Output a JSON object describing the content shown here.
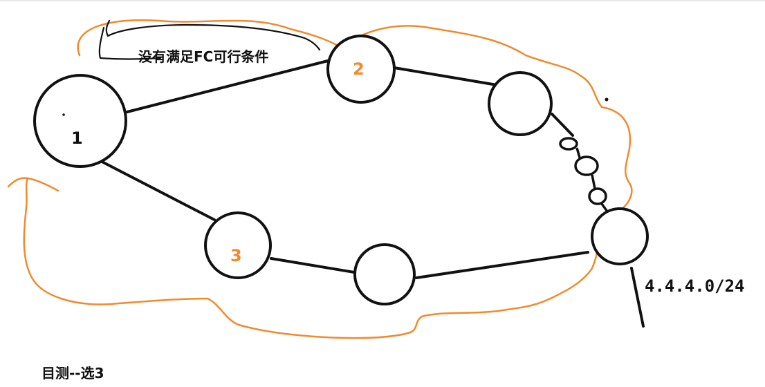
{
  "colors": {
    "ink": "#111111",
    "accent": "#f08a2c",
    "background": "#ffffff"
  },
  "nodes": [
    {
      "id": "1",
      "label": "1",
      "label_color": "#111111"
    },
    {
      "id": "2",
      "label": "2",
      "label_color": "#f08a2c"
    },
    {
      "id": "3",
      "label": "3",
      "label_color": "#f08a2c"
    },
    {
      "id": "4",
      "label": ""
    },
    {
      "id": "5",
      "label": ""
    },
    {
      "id": "6",
      "label": ""
    }
  ],
  "annotations": {
    "fc_note": "没有满足FC可行条件",
    "prefix": "4.4.4.0/24",
    "caption": "目测--选3"
  }
}
